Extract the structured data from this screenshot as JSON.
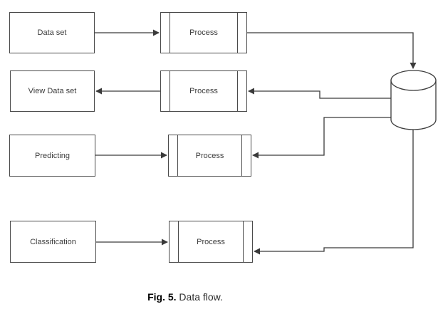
{
  "figure": {
    "caption_label": "Fig. 5.",
    "caption_text": " Data flow."
  },
  "nodes": {
    "data_set": {
      "label": "Data set",
      "type": "rectangle"
    },
    "process_1": {
      "label": "Process",
      "type": "predefined-process"
    },
    "view_data_set": {
      "label": "View Data set",
      "type": "rectangle"
    },
    "process_2": {
      "label": "Process",
      "type": "predefined-process"
    },
    "predicting": {
      "label": "Predicting",
      "type": "rectangle"
    },
    "process_3": {
      "label": "Process",
      "type": "predefined-process"
    },
    "classification": {
      "label": "Classification",
      "type": "rectangle"
    },
    "process_4": {
      "label": "Process",
      "type": "predefined-process"
    },
    "database": {
      "label": "",
      "type": "cylinder"
    }
  },
  "edges": [
    {
      "from": "data_set",
      "to": "process_1"
    },
    {
      "from": "process_1",
      "to": "database"
    },
    {
      "from": "database",
      "to": "process_2"
    },
    {
      "from": "process_2",
      "to": "view_data_set"
    },
    {
      "from": "database",
      "to": "process_3"
    },
    {
      "from": "predicting",
      "to": "process_3"
    },
    {
      "from": "database",
      "to": "process_4"
    },
    {
      "from": "classification",
      "to": "process_4"
    }
  ],
  "colors": {
    "stroke": "#3a3a3a",
    "box_border": "#4a4a4a",
    "text": "#3b3b3b",
    "background": "#ffffff"
  }
}
